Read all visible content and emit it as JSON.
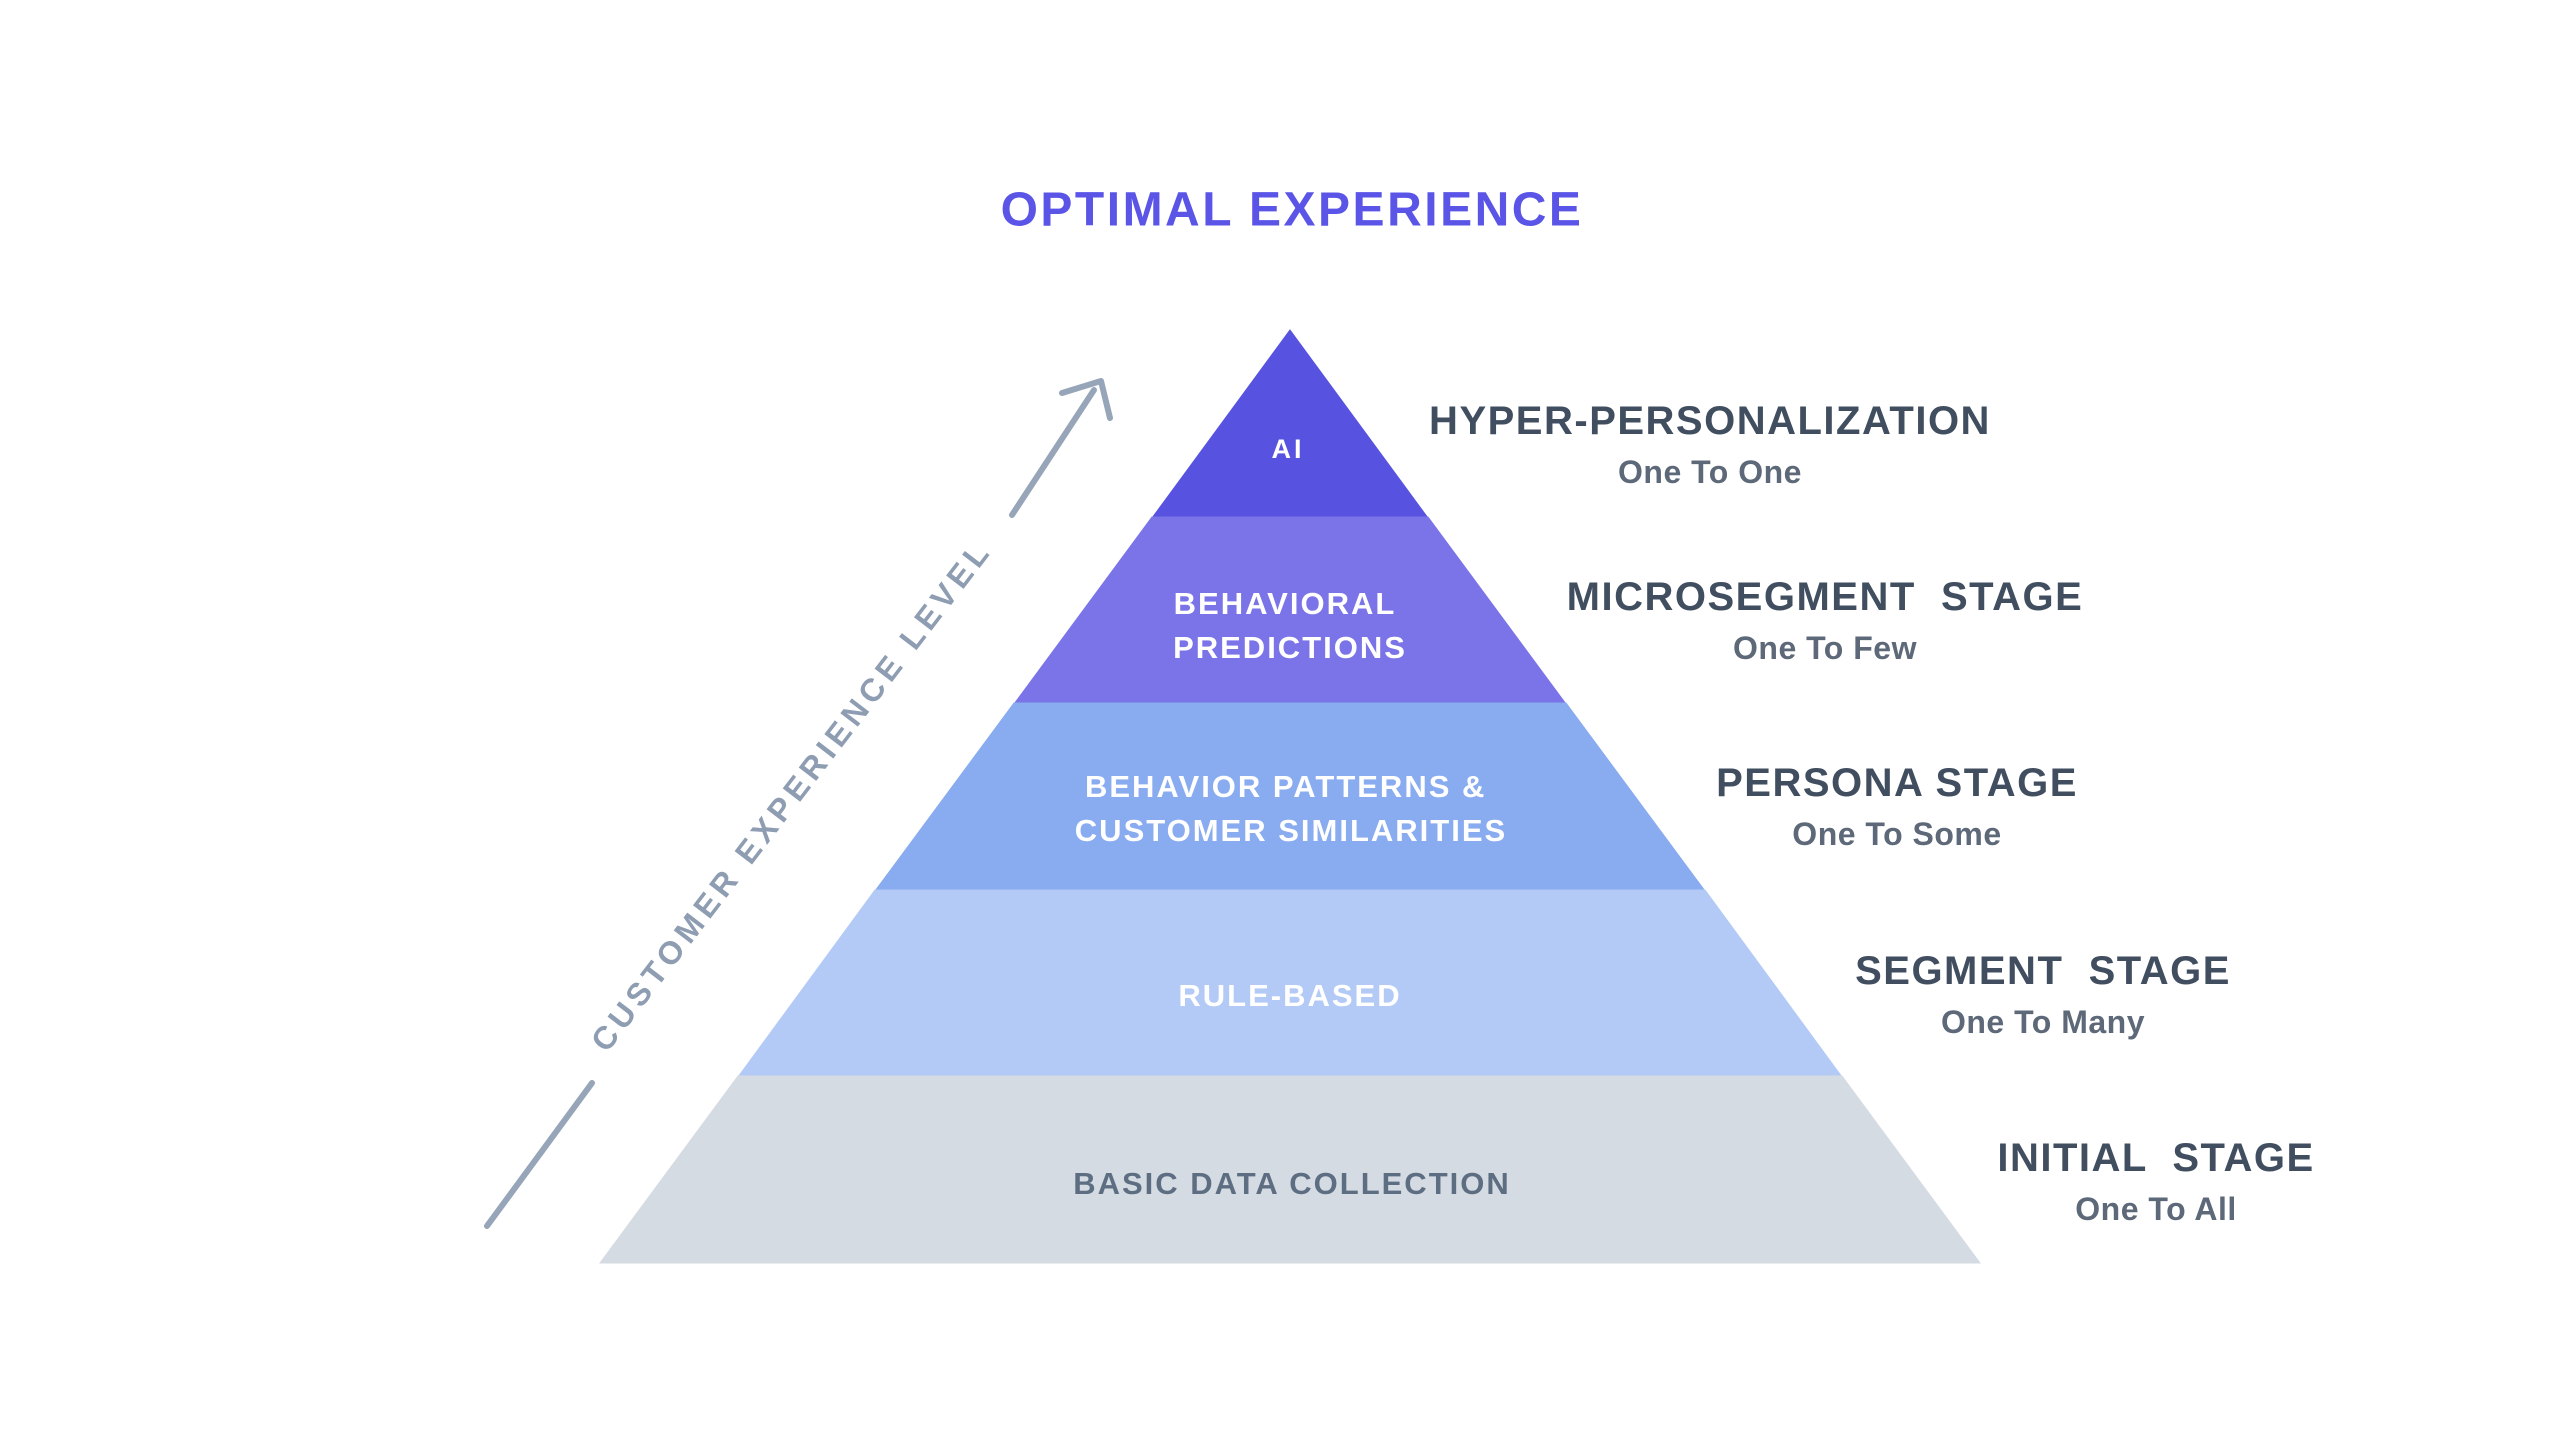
{
  "title": "OPTIMAL EXPERIENCE",
  "axis_label": "CUSTOMER EXPERIENCE LEVEL",
  "pyramid": {
    "layers": [
      {
        "label_lines": [
          "AI"
        ],
        "color": "#5753E0",
        "text_color": "#FFFFFF"
      },
      {
        "label_lines": [
          "BEHAVIORAL",
          "PREDICTIONS"
        ],
        "color": "#7B74E8",
        "text_color": "#FFFFFF"
      },
      {
        "label_lines": [
          "BEHAVIOR PATTERNS &",
          "CUSTOMER SIMILARITIES"
        ],
        "color": "#89ABF0",
        "text_color": "#FFFFFF"
      },
      {
        "label_lines": [
          "RULE-BASED"
        ],
        "color": "#B4CAF6",
        "text_color": "#FFFFFF"
      },
      {
        "label_lines": [
          "BASIC DATA COLLECTION"
        ],
        "color": "#D5DBE2",
        "text_color": "#5E6E82"
      }
    ]
  },
  "stages": [
    {
      "name": "HYPER-PERSONALIZATION",
      "audience": "One To One"
    },
    {
      "name": "MICROSEGMENT  STAGE",
      "audience": "One To Few"
    },
    {
      "name": "PERSONA STAGE",
      "audience": "One To Some"
    },
    {
      "name": "SEGMENT  STAGE",
      "audience": "One To Many"
    },
    {
      "name": "INITIAL  STAGE",
      "audience": "One To All"
    }
  ],
  "colors": {
    "background": "#FFFFFF",
    "title": "#5B55E7",
    "stage_name": "#414E60",
    "stage_audience": "#5D6878",
    "arrow": "#97A5B9",
    "axis_label": "#8E9DB2"
  }
}
